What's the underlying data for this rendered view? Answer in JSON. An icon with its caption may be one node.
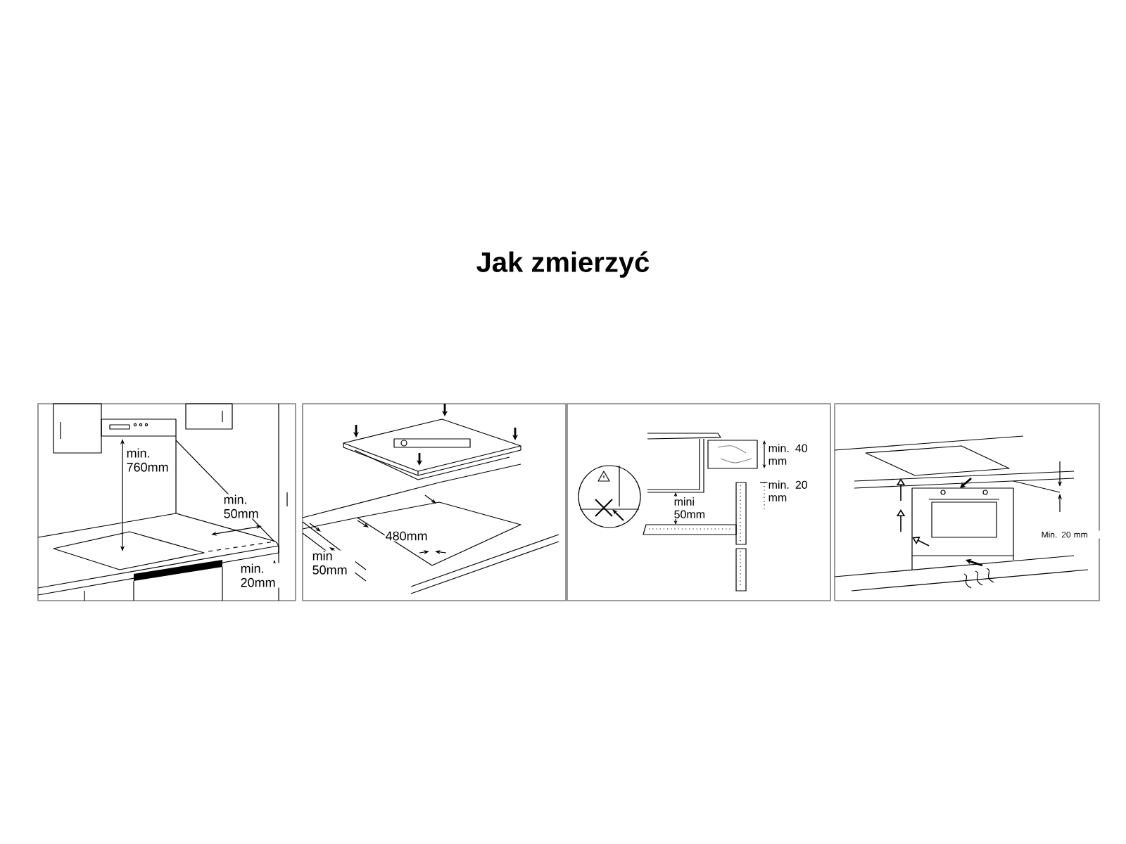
{
  "diagram": {
    "title": "Jak zmierzyć",
    "labels": [
      "min. 760mm",
      "min. 50mm",
      "min. 20mm",
      "480mm",
      "min 50mm",
      "min. 40 mm",
      "mini 50mm",
      "min. 20 mm",
      "Min. 20 mm"
    ]
  }
}
